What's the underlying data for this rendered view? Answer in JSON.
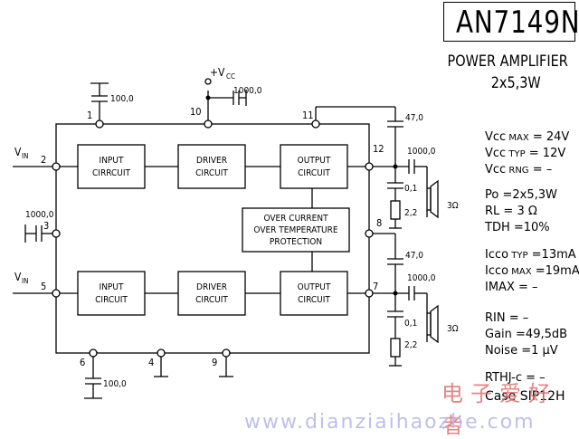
{
  "part_number": "AN7149N",
  "device_type": "POWER AMPLIFIER",
  "channel_power": "2x5,3W",
  "blocks": {
    "input_top": [
      "INPUT",
      "CIRRCUIT"
    ],
    "driver_top": [
      "DRIVER",
      "CIRCUIT"
    ],
    "output_top": [
      "OUTPUT",
      "CIRCUIT"
    ],
    "protection": [
      "OVER CURRENT",
      "OVER TEMPERATURE",
      "PROTECTION"
    ],
    "input_bottom": [
      "INPUT",
      "CIRCUIT"
    ],
    "driver_bottom": [
      "DRIVER",
      "CIRCUIT"
    ],
    "output_bottom": [
      "OUTPUT",
      "CIRCUIT"
    ]
  },
  "pins": {
    "p1": "1",
    "p2": "2",
    "p3": "3",
    "p4": "4",
    "p5": "5",
    "p6": "6",
    "p7": "7",
    "p8": "8",
    "p9": "9",
    "p10": "10",
    "p11": "11",
    "p12": "12"
  },
  "signals": {
    "vin_top": "V",
    "vin_top_sub": "IN",
    "vin_bottom": "V",
    "vin_bottom_sub": "IN",
    "vcc": "+V",
    "vcc_sub": "CC"
  },
  "components": {
    "c_pin1": "100,0",
    "c_pin10": "1000,0",
    "c_pin3": "1000,0",
    "c_pin6": "100,0",
    "c_pin11": "47,0",
    "c_out12": "1000,0",
    "c_zobel_top": "0,1",
    "r_zobel_top": "2,2",
    "spk_top": "3Ω",
    "c_pin8": "47,0",
    "c_out7": "1000,0",
    "c_zobel_bottom": "0,1",
    "r_zobel_bottom": "2,2",
    "spk_bottom": "3Ω"
  },
  "specs": [
    {
      "sym": "Vcc",
      "sub": "MAX",
      "val": "= 24V"
    },
    {
      "sym": "Vcc",
      "sub": "TYP",
      "val": "= 12V"
    },
    {
      "sym": "Vcc",
      "sub": "RNG",
      "val": "= –"
    },
    {
      "sym": "Po",
      "sub": "",
      "val": "=2x5,3W"
    },
    {
      "sym": "RL",
      "sub": "",
      "val": "= 3 Ω"
    },
    {
      "sym": "TDH",
      "sub": "",
      "val": "=10%"
    },
    {
      "sym": "Icco",
      "sub": "TYP",
      "val": "=13mA"
    },
    {
      "sym": "Icco",
      "sub": "MAX",
      "val": "=19mA"
    },
    {
      "sym": "IMAX",
      "sub": "",
      "val": "=  –"
    },
    {
      "sym": "RIN",
      "sub": "",
      "val": "=  –"
    },
    {
      "sym": "Gain",
      "sub": "",
      "val": "=49,5dB"
    },
    {
      "sym": "Noise",
      "sub": "",
      "val": "=1 µV"
    },
    {
      "sym": "RTHJ-c",
      "sub": "",
      "val": "= –"
    }
  ],
  "case_label": "Case",
  "case_value": "SIP12H",
  "watermark_cn": "电子爱好者",
  "watermark_url": "www.dianziaihaozhe.com"
}
